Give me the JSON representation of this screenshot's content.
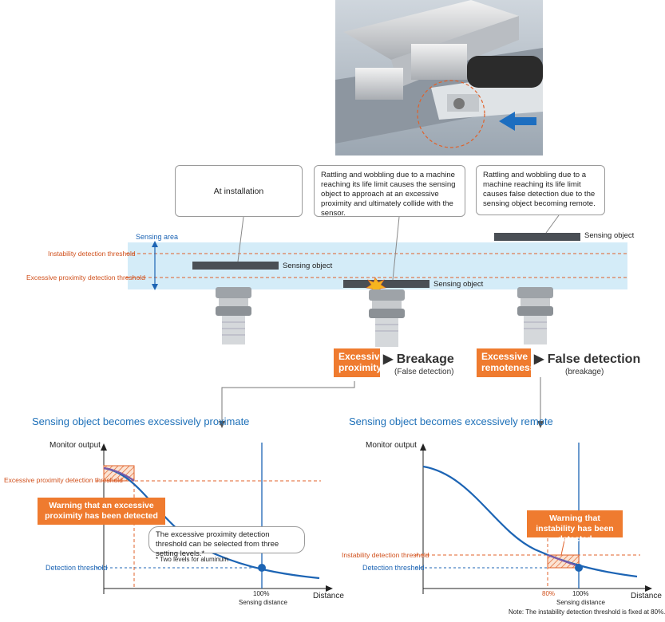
{
  "callouts": {
    "installation": "At installation",
    "proximity": "Rattling and wobbling due to a machine reaching its life limit causes the sensing object to approach at an excessive proximity and ultimately collide with the sensor.",
    "remote": "Rattling and wobbling due to a machine reaching its life limit causes false detection due to the sensing object becoming remote."
  },
  "area": {
    "sensing_area": "Sensing area",
    "instability_threshold": "Instability detection threshold",
    "proximity_threshold": "Excessive proximity detection threshold",
    "sensing_object": "Sensing object"
  },
  "results": {
    "left_badge": "Excessive proximity",
    "left_title": "Breakage",
    "left_sub": "(False detection)",
    "right_badge": "Excessive remoteness",
    "right_title": "False detection",
    "right_sub": "(breakage)"
  },
  "chart_left": {
    "title": "Sensing object becomes excessively proximate",
    "ylabel": "Monitor output",
    "xlabel": "Distance",
    "proximity_threshold": "Excessive proximity detection threshold",
    "detection_threshold": "Detection threshold",
    "warning": "Warning that an excessive proximity has been detected",
    "note_box": "The excessive proximity detection threshold can be selected from three setting levels.*",
    "note_small": "* Two levels for aluminum",
    "x100": "100%",
    "x100_label": "Sensing distance"
  },
  "chart_right": {
    "title": "Sensing object becomes excessively remote",
    "ylabel": "Monitor output",
    "xlabel": "Distance",
    "instability_threshold": "Instability detection threshold",
    "detection_threshold": "Detection threshold",
    "warning": "Warning that instability has been detected",
    "x80": "80%",
    "x100": "100%",
    "x100_label": "Sensing distance",
    "footnote": "Note: The instability detection threshold is fixed at 80%."
  },
  "colors": {
    "orange": "#ef7b2f",
    "blue": "#1c64b4",
    "band": "#d4ecf8"
  }
}
